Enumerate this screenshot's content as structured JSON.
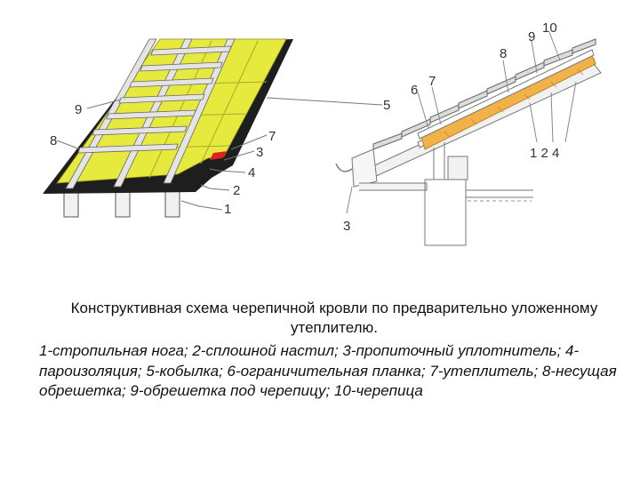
{
  "labels": {
    "left": {
      "l1": "1",
      "l2": "2",
      "l3": "3",
      "l4": "4",
      "l5": "5",
      "l7": "7",
      "l8": "8",
      "l9": "9"
    },
    "right": {
      "r3": "3",
      "r6": "6",
      "r7": "7",
      "r8": "8",
      "r9": "9",
      "r10": "10",
      "r124": "1 2  4"
    }
  },
  "caption": {
    "title": "Конструктивная схема черепичной кровли по предварительно уложенному утеплителю.",
    "legend": "1-стропильная нога; 2-сплошной настил; 3-пропиточный уплотнитель; 4-пароизоляция; 5-кобылка; 6-ограничительная планка; 7-утеплитель; 8-несущая обрешетка; 9-обрешетка под черепицу; 10-черепица"
  },
  "colors": {
    "insulation_left": "#e6ea3c",
    "insulation_right": "#f2b24a",
    "dark_layer": "#1e1e1e",
    "batten": "#e4e4e4",
    "rafter": "#f1f1f1",
    "seal": "#e02020"
  }
}
